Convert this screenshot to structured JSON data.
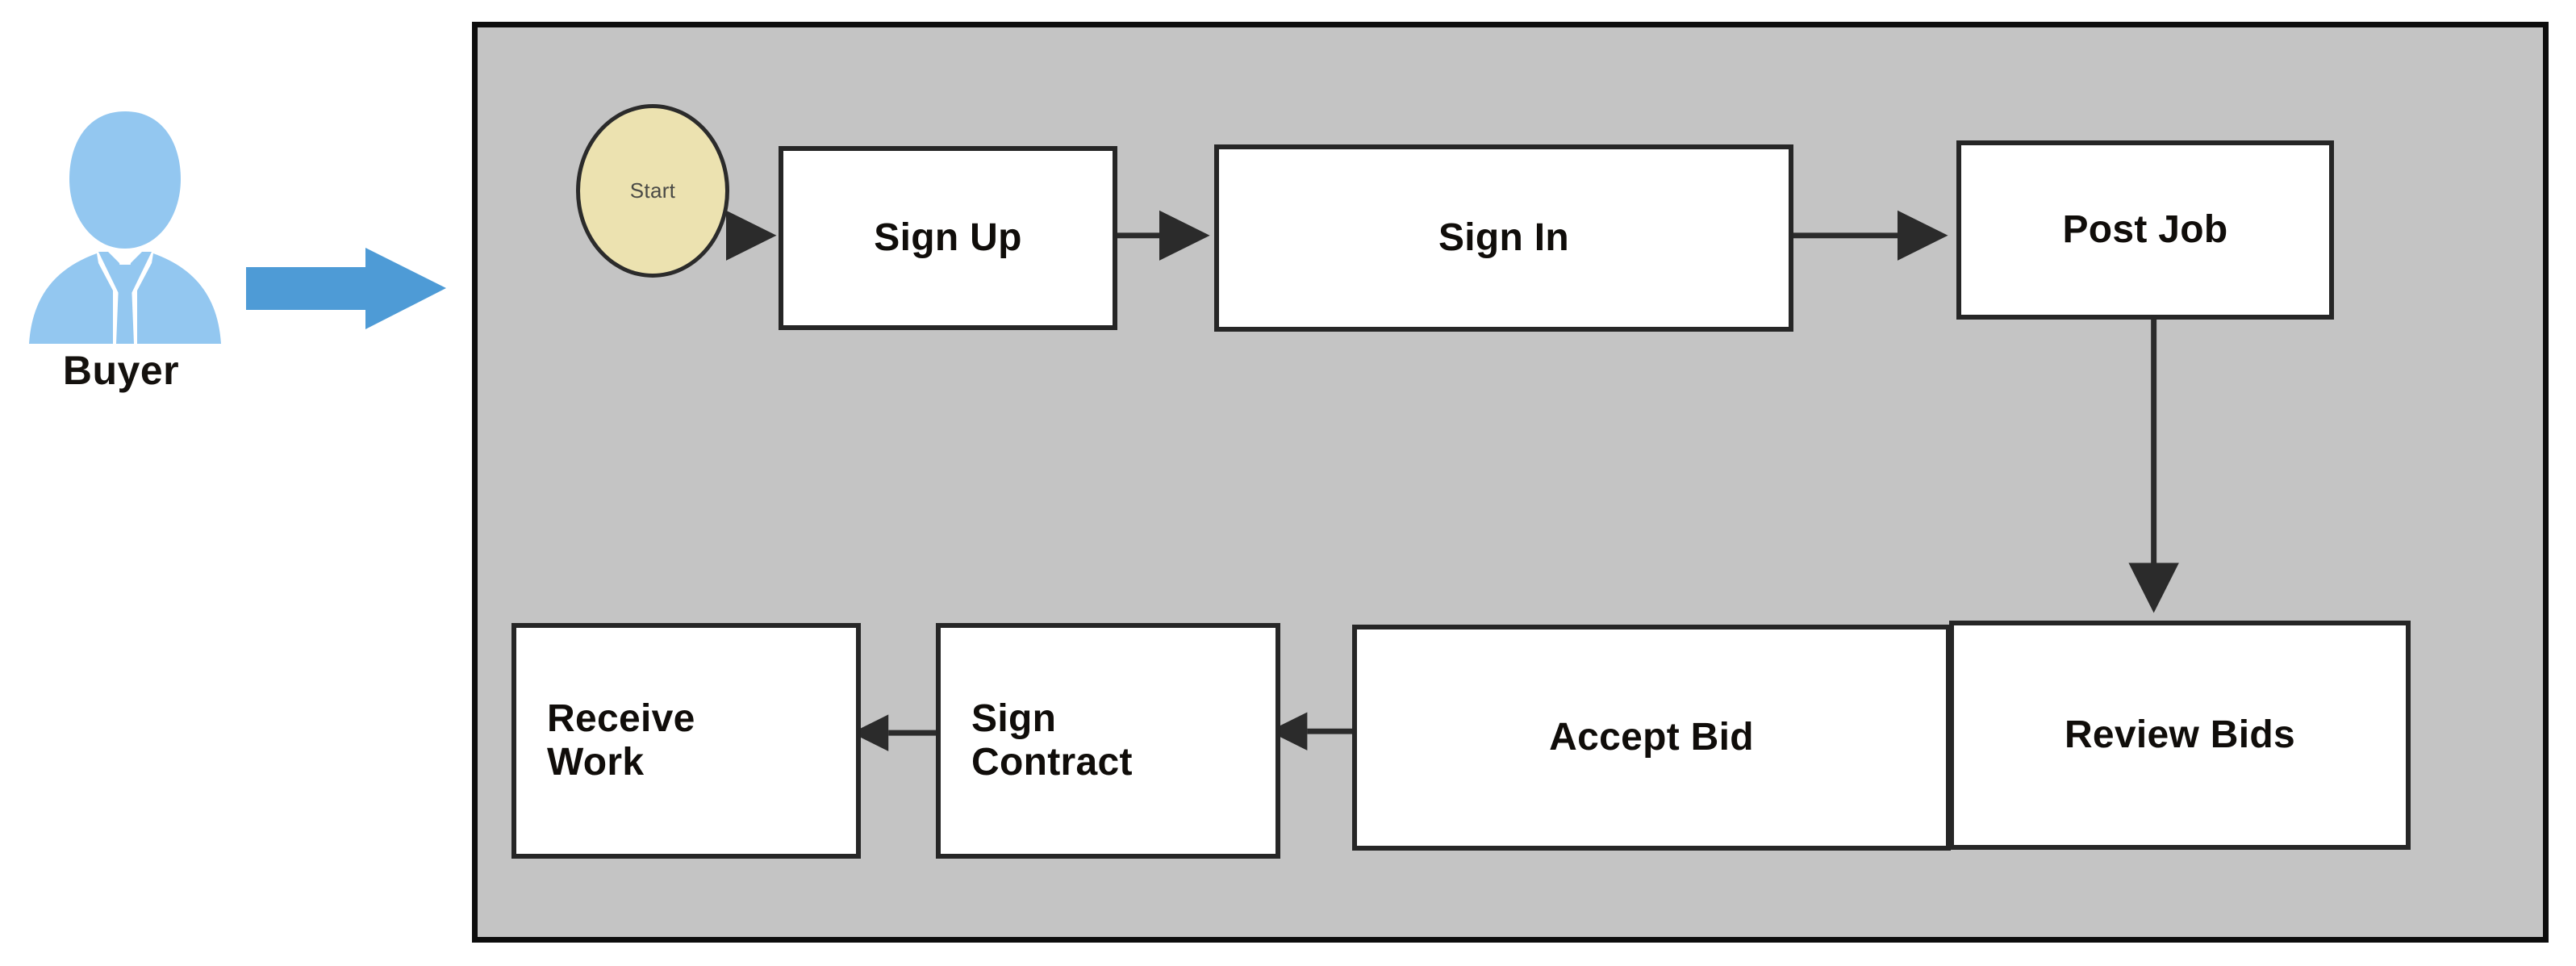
{
  "diagram": {
    "title_visible": false,
    "background_color": "#ffffff",
    "container_fill": "#c4c4c4",
    "container_border": "#0d0d0d",
    "node_fill": "#ffffff",
    "node_border": "#262626",
    "start_fill": "#ece2b0",
    "actor_icon_color": "#93c7f0",
    "actor_arrow_color": "#4e9bd6",
    "connector_color": "#2b2b2b"
  },
  "actor": {
    "label": "Buyer",
    "icon": "person-icon",
    "flow_arrow": "block-arrow-right-icon"
  },
  "nodes": {
    "start": {
      "label": "Start",
      "shape": "ellipse"
    },
    "sign_up": {
      "label": "Sign Up",
      "shape": "rectangle"
    },
    "sign_in": {
      "label": "Sign In",
      "shape": "rectangle"
    },
    "post_job": {
      "label": "Post Job",
      "shape": "rectangle"
    },
    "review_bids": {
      "label": "Review Bids",
      "shape": "rectangle"
    },
    "accept_bid": {
      "label": "Accept Bid",
      "shape": "rectangle"
    },
    "sign_contract": {
      "label_line1": "Sign",
      "label_line2": "Contract",
      "shape": "rectangle"
    },
    "receive_work": {
      "label_line1": "Receive",
      "label_line2": "Work",
      "shape": "rectangle"
    }
  },
  "flow_order": [
    "Start",
    "Sign Up",
    "Sign In",
    "Post Job",
    "Review Bids",
    "Accept Bid",
    "Sign Contract",
    "Receive Work"
  ],
  "connectors": [
    {
      "from": "Buyer",
      "to": "Start",
      "direction": "right",
      "style": "block-arrow"
    },
    {
      "from": "Start",
      "to": "Sign Up",
      "direction": "right",
      "style": "line-arrow"
    },
    {
      "from": "Sign Up",
      "to": "Sign In",
      "direction": "right",
      "style": "line-arrow"
    },
    {
      "from": "Sign In",
      "to": "Post Job",
      "direction": "right",
      "style": "line-arrow"
    },
    {
      "from": "Post Job",
      "to": "Review Bids",
      "direction": "down",
      "style": "line-arrow"
    },
    {
      "from": "Review Bids",
      "to": "Accept Bid",
      "direction": "left",
      "style": "line-arrow"
    },
    {
      "from": "Accept Bid",
      "to": "Sign Contract",
      "direction": "left",
      "style": "line-arrow"
    },
    {
      "from": "Sign Contract",
      "to": "Receive Work",
      "direction": "left",
      "style": "line-arrow"
    }
  ]
}
